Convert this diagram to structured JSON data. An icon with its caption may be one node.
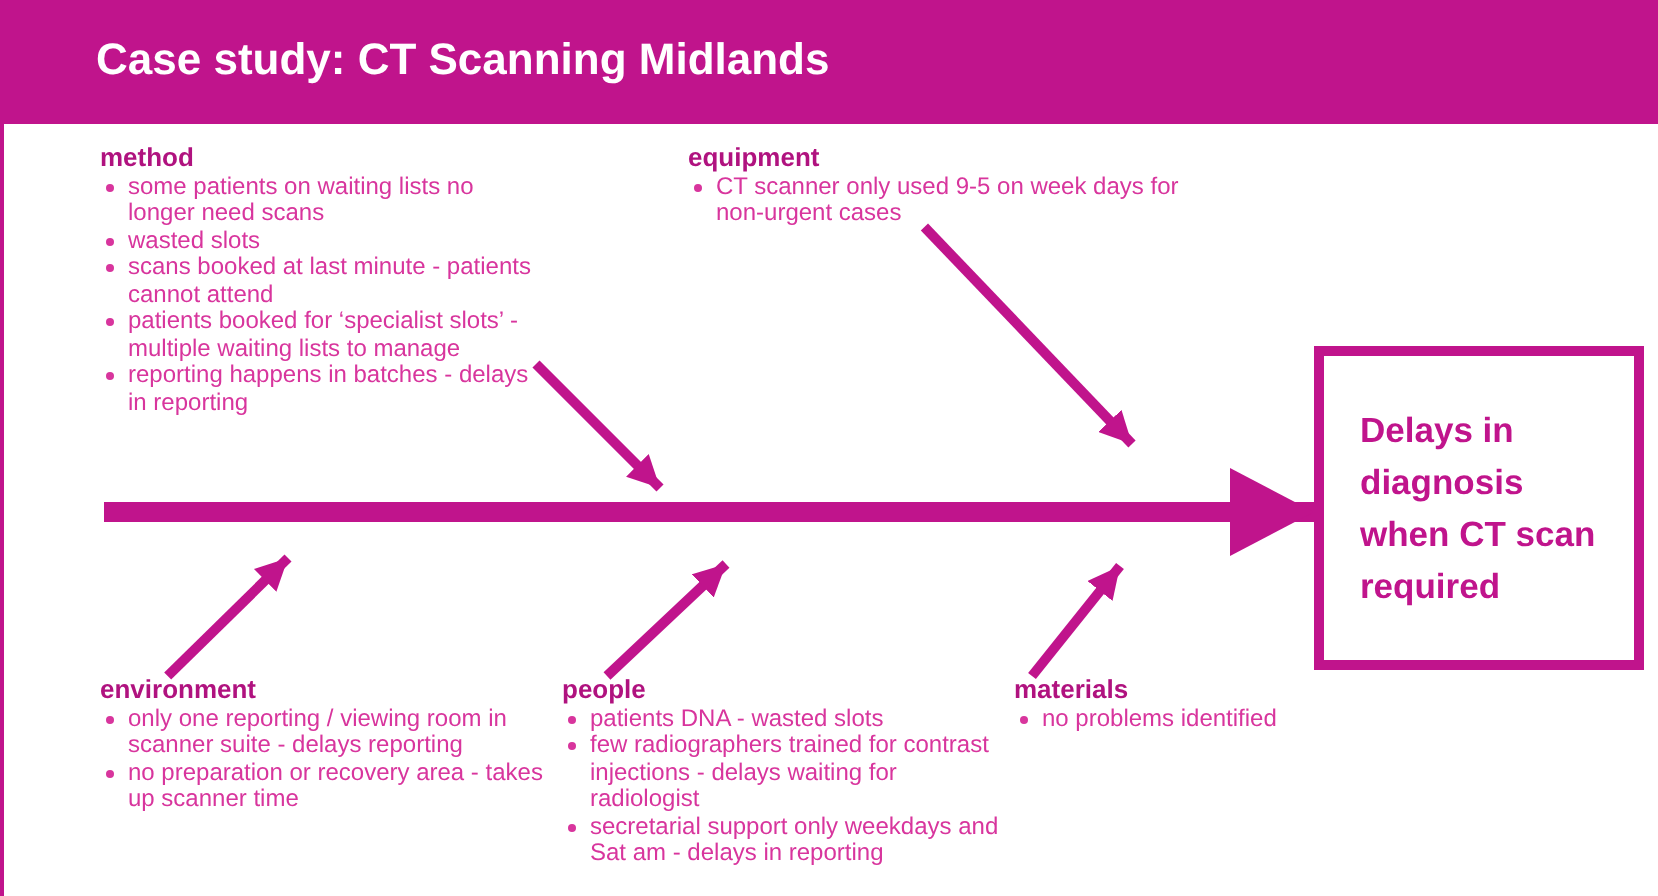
{
  "diagram": {
    "title": "Case study: CT Scanning Midlands",
    "nodes": [
      {
        "text": [
          "method",
          "some patients on waiting lists no longer need scans",
          "wasted slots",
          "scans booked at last minute - patients cannot attend",
          "patients booked for ‘specialist slots’ - multiple waiting lists to manage",
          "reporting happens in batches - delays in reporting"
        ]
      },
      {
        "text": [
          "equipment",
          "CT scanner only used 9-5 on week days for non-urgent cases"
        ]
      },
      {
        "text": [
          "environment",
          "only one reporting / viewing room in scanner suite - delays reporting",
          "no preparation or recovery area - takes up scanner time"
        ]
      },
      {
        "text": [
          "people",
          "patients DNA - wasted slots",
          "few radiographers trained for contrast injections - delays waiting for radiologist",
          "secretarial support only weekdays and Sat am - delays in reporting"
        ]
      },
      {
        "text": [
          "materials",
          "no problems identified"
        ]
      },
      {
        "text": [
          "Delays in diagnosis when CT scan required"
        ]
      }
    ],
    "edges": [
      {
        "from": 0,
        "to": null,
        "arrow": "to"
      },
      {
        "from": 1,
        "to": null,
        "arrow": "to"
      },
      {
        "from": 2,
        "to": null,
        "arrow": "to"
      },
      {
        "from": 3,
        "to": null,
        "arrow": "to"
      },
      {
        "from": 4,
        "to": null,
        "arrow": "to"
      },
      {
        "from": null,
        "to": 5,
        "arrow": "to",
        "style": "thick"
      }
    ]
  }
}
